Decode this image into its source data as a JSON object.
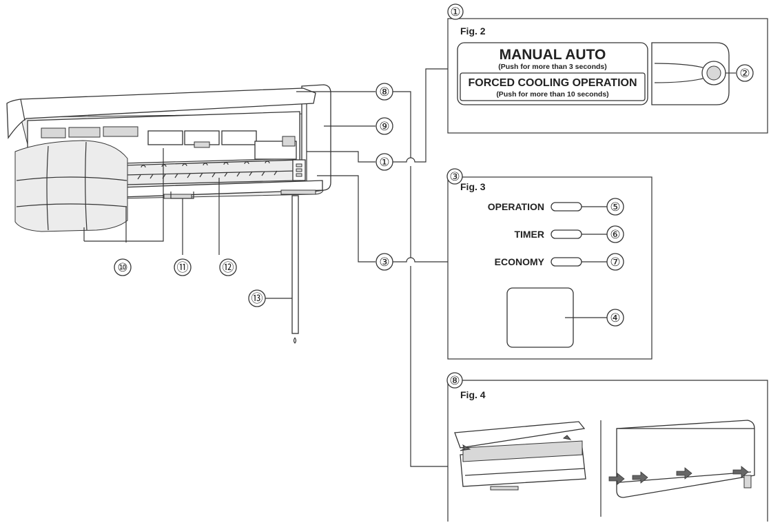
{
  "callouts": {
    "c1": "①",
    "c2": "②",
    "c3": "③",
    "c4": "④",
    "c5": "⑤",
    "c6": "⑥",
    "c7": "⑦",
    "c8": "⑧",
    "c9": "⑨",
    "c10": "⑩",
    "c11": "⑪",
    "c12": "⑫",
    "c13": "⑬"
  },
  "fig2": {
    "title": "Fig. 2",
    "manual_auto": "MANUAL AUTO",
    "manual_auto_note": "(Push for more than 3 seconds)",
    "forced_cooling": "FORCED COOLING OPERATION",
    "forced_cooling_note": "(Push for more than 10 seconds)"
  },
  "fig3": {
    "title": "Fig. 3",
    "operation": "OPERATION",
    "timer": "TIMER",
    "economy": "ECONOMY"
  },
  "fig4": {
    "title": "Fig. 4"
  },
  "colors": {
    "line": "#333333",
    "arrow": "#666666",
    "panel": "#ececec"
  }
}
